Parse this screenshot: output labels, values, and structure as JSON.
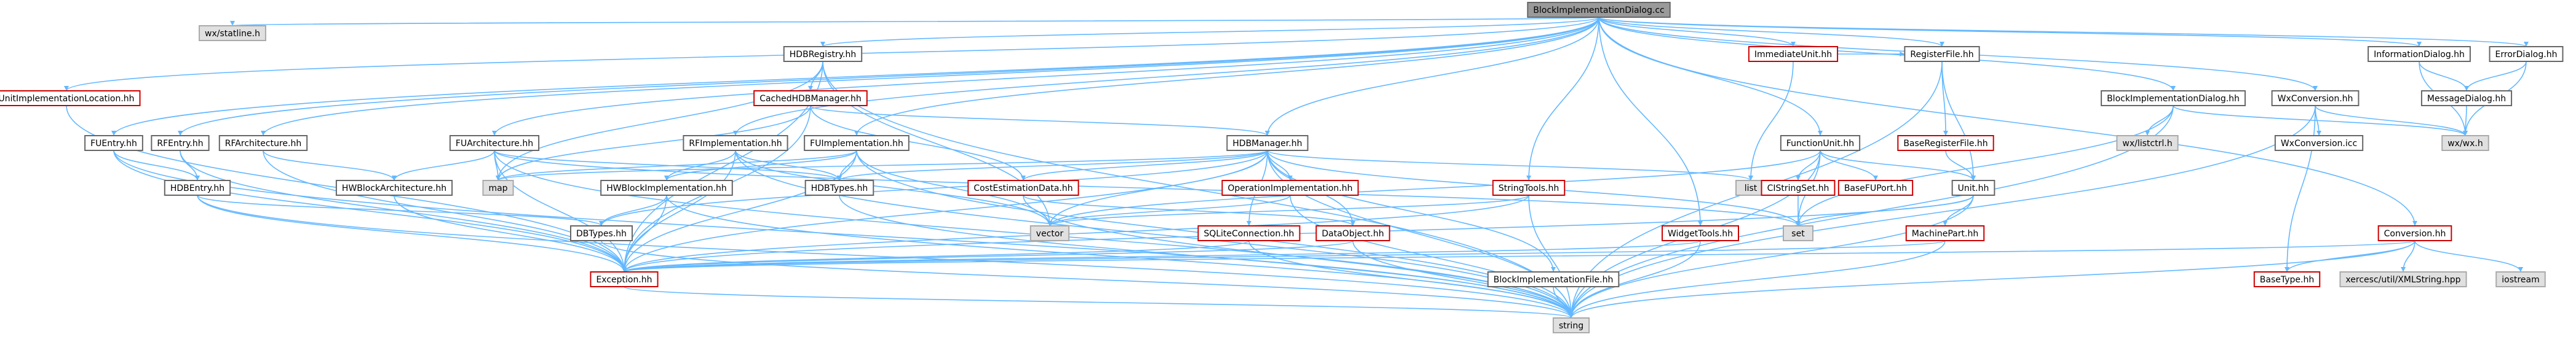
{
  "colors": {
    "root_fill": "#9a9a9a",
    "root_border": "#666666",
    "normal_fill": "#ffffff",
    "normal_border": "#666666",
    "red_border": "#cc0000",
    "external_fill": "#e0e0e0",
    "external_border": "#aaaaaa",
    "edge": "#63b8ff",
    "text": "#000000"
  },
  "nodes": [
    {
      "id": "root",
      "label": "BlockImplementationDialog.cc",
      "kind": "root"
    },
    {
      "id": "wxstatline",
      "label": "wx/statline.h",
      "kind": "external"
    },
    {
      "id": "hdbregistry",
      "label": "HDBRegistry.hh",
      "kind": "normal"
    },
    {
      "id": "immediateunit",
      "label": "ImmediateUnit.hh",
      "kind": "red"
    },
    {
      "id": "registerfile",
      "label": "RegisterFile.hh",
      "kind": "normal"
    },
    {
      "id": "bidialog_hh",
      "label": "BlockImplementationDialog.hh",
      "kind": "normal"
    },
    {
      "id": "wxconversion",
      "label": "WxConversion.hh",
      "kind": "normal"
    },
    {
      "id": "informationdialog",
      "label": "InformationDialog.hh",
      "kind": "normal"
    },
    {
      "id": "errordialog",
      "label": "ErrorDialog.hh",
      "kind": "normal"
    },
    {
      "id": "unitimplloc",
      "label": "UnitImplementationLocation.hh",
      "kind": "red"
    },
    {
      "id": "cachedhdbmanager",
      "label": "CachedHDBManager.hh",
      "kind": "red"
    },
    {
      "id": "messagedialog",
      "label": "MessageDialog.hh",
      "kind": "normal"
    },
    {
      "id": "fuentry",
      "label": "FUEntry.hh",
      "kind": "normal"
    },
    {
      "id": "rfentry",
      "label": "RFEntry.hh",
      "kind": "normal"
    },
    {
      "id": "rfarchitecture",
      "label": "RFArchitecture.hh",
      "kind": "normal"
    },
    {
      "id": "fuarchitecture",
      "label": "FUArchitecture.hh",
      "kind": "normal"
    },
    {
      "id": "rfimplementation",
      "label": "RFImplementation.hh",
      "kind": "normal"
    },
    {
      "id": "fuimplementation",
      "label": "FUImplementation.hh",
      "kind": "normal"
    },
    {
      "id": "hdbmanager",
      "label": "HDBManager.hh",
      "kind": "normal"
    },
    {
      "id": "functionunit",
      "label": "FunctionUnit.hh",
      "kind": "normal"
    },
    {
      "id": "baseregisterfile",
      "label": "BaseRegisterFile.hh",
      "kind": "red"
    },
    {
      "id": "wxlistctrl",
      "label": "wx/listctrl.h",
      "kind": "external"
    },
    {
      "id": "wxconversion_icc",
      "label": "WxConversion.icc",
      "kind": "normal"
    },
    {
      "id": "wxwx",
      "label": "wx/wx.h",
      "kind": "external"
    },
    {
      "id": "hdbentry",
      "label": "HDBEntry.hh",
      "kind": "normal"
    },
    {
      "id": "hwblockarch",
      "label": "HWBlockArchitecture.hh",
      "kind": "normal"
    },
    {
      "id": "map",
      "label": "map",
      "kind": "external"
    },
    {
      "id": "hwblockimpl",
      "label": "HWBlockImplementation.hh",
      "kind": "normal"
    },
    {
      "id": "hdbtypes",
      "label": "HDBTypes.hh",
      "kind": "normal"
    },
    {
      "id": "costestimationdata",
      "label": "CostEstimationData.hh",
      "kind": "red"
    },
    {
      "id": "operationimpl",
      "label": "OperationImplementation.hh",
      "kind": "red"
    },
    {
      "id": "stringtools",
      "label": "StringTools.hh",
      "kind": "red"
    },
    {
      "id": "list",
      "label": "list",
      "kind": "external"
    },
    {
      "id": "cistringset",
      "label": "CIStringSet.hh",
      "kind": "red"
    },
    {
      "id": "basefuport",
      "label": "BaseFUPort.hh",
      "kind": "red"
    },
    {
      "id": "unit",
      "label": "Unit.hh",
      "kind": "normal"
    },
    {
      "id": "dbtypes",
      "label": "DBTypes.hh",
      "kind": "normal"
    },
    {
      "id": "vector",
      "label": "vector",
      "kind": "external"
    },
    {
      "id": "set",
      "label": "set",
      "kind": "external"
    },
    {
      "id": "machinepart",
      "label": "MachinePart.hh",
      "kind": "red"
    },
    {
      "id": "sqliteconnection",
      "label": "SQLiteConnection.hh",
      "kind": "red"
    },
    {
      "id": "dataobject",
      "label": "DataObject.hh",
      "kind": "red"
    },
    {
      "id": "widgettools",
      "label": "WidgetTools.hh",
      "kind": "red"
    },
    {
      "id": "conversion",
      "label": "Conversion.hh",
      "kind": "red"
    },
    {
      "id": "exception",
      "label": "Exception.hh",
      "kind": "red"
    },
    {
      "id": "basetype",
      "label": "BaseType.hh",
      "kind": "red"
    },
    {
      "id": "xercesc",
      "label": "xercesc/util/XMLString.hpp",
      "kind": "external"
    },
    {
      "id": "iostream",
      "label": "iostream",
      "kind": "external"
    },
    {
      "id": "bifile",
      "label": "BlockImplementationFile.hh",
      "kind": "normal"
    },
    {
      "id": "string",
      "label": "string",
      "kind": "external"
    }
  ],
  "edges": [
    [
      "root",
      "wxstatline"
    ],
    [
      "root",
      "hdbregistry"
    ],
    [
      "root",
      "immediateunit"
    ],
    [
      "root",
      "registerfile"
    ],
    [
      "root",
      "bidialog_hh"
    ],
    [
      "root",
      "wxconversion"
    ],
    [
      "root",
      "informationdialog"
    ],
    [
      "root",
      "errordialog"
    ],
    [
      "root",
      "unitimplloc"
    ],
    [
      "root",
      "fuentry"
    ],
    [
      "root",
      "rfentry"
    ],
    [
      "root",
      "rfarchitecture"
    ],
    [
      "root",
      "fuarchitecture"
    ],
    [
      "root",
      "rfimplementation"
    ],
    [
      "root",
      "fuimplementation"
    ],
    [
      "root",
      "hdbmanager"
    ],
    [
      "root",
      "stringtools"
    ],
    [
      "root",
      "widgettools"
    ],
    [
      "root",
      "conversion"
    ],
    [
      "root",
      "functionunit"
    ],
    [
      "hdbregistry",
      "cachedhdbmanager"
    ],
    [
      "hdbregistry",
      "map"
    ],
    [
      "hdbregistry",
      "vector"
    ],
    [
      "hdbregistry",
      "string"
    ],
    [
      "hdbregistry",
      "exception"
    ],
    [
      "immediateunit",
      "registerfile"
    ],
    [
      "immediateunit",
      "list"
    ],
    [
      "registerfile",
      "baseregisterfile"
    ],
    [
      "registerfile",
      "string"
    ],
    [
      "registerfile",
      "unit"
    ],
    [
      "bidialog_hh",
      "wxlistctrl"
    ],
    [
      "bidialog_hh",
      "wxwx"
    ],
    [
      "bidialog_hh",
      "string"
    ],
    [
      "bidialog_hh",
      "set"
    ],
    [
      "wxconversion",
      "wxconversion_icc"
    ],
    [
      "wxconversion",
      "wxwx"
    ],
    [
      "wxconversion",
      "string"
    ],
    [
      "wxconversion",
      "basetype"
    ],
    [
      "informationdialog",
      "messagedialog"
    ],
    [
      "informationdialog",
      "wxwx"
    ],
    [
      "errordialog",
      "messagedialog"
    ],
    [
      "errordialog",
      "wxwx"
    ],
    [
      "messagedialog",
      "wxwx"
    ],
    [
      "unitimplloc",
      "exception"
    ],
    [
      "cachedhdbmanager",
      "hdbmanager"
    ],
    [
      "cachedhdbmanager",
      "map"
    ],
    [
      "cachedhdbmanager",
      "costestimationdata"
    ],
    [
      "cachedhdbmanager",
      "exception"
    ],
    [
      "fuentry",
      "hdbentry"
    ],
    [
      "fuentry",
      "exception"
    ],
    [
      "fuentry",
      "string"
    ],
    [
      "rfentry",
      "hdbentry"
    ],
    [
      "rfentry",
      "exception"
    ],
    [
      "rfarchitecture",
      "hwblockarch"
    ],
    [
      "rfarchitecture",
      "exception"
    ],
    [
      "fuarchitecture",
      "hwblockarch"
    ],
    [
      "fuarchitecture",
      "map"
    ],
    [
      "fuarchitecture",
      "set"
    ],
    [
      "fuarchitecture",
      "string"
    ],
    [
      "fuarchitecture",
      "exception"
    ],
    [
      "fuarchitecture",
      "hdbtypes"
    ],
    [
      "rfimplementation",
      "hwblockimpl"
    ],
    [
      "rfimplementation",
      "vector"
    ],
    [
      "rfimplementation",
      "string"
    ],
    [
      "rfimplementation",
      "hdbtypes"
    ],
    [
      "rfimplementation",
      "exception"
    ],
    [
      "fuimplementation",
      "hwblockimpl"
    ],
    [
      "fuimplementation",
      "map"
    ],
    [
      "fuimplementation",
      "vector"
    ],
    [
      "fuimplementation",
      "string"
    ],
    [
      "fuimplementation",
      "hdbtypes"
    ],
    [
      "fuimplementation",
      "exception"
    ],
    [
      "hdbmanager",
      "map"
    ],
    [
      "hdbmanager",
      "list"
    ],
    [
      "hdbmanager",
      "set"
    ],
    [
      "hdbmanager",
      "string"
    ],
    [
      "hdbmanager",
      "vector"
    ],
    [
      "hdbmanager",
      "hdbtypes"
    ],
    [
      "hdbmanager",
      "dbtypes"
    ],
    [
      "hdbmanager",
      "costestimationdata"
    ],
    [
      "hdbmanager",
      "operationimpl"
    ],
    [
      "hdbmanager",
      "sqliteconnection"
    ],
    [
      "hdbmanager",
      "dataobject"
    ],
    [
      "hdbmanager",
      "bifile"
    ],
    [
      "hdbmanager",
      "exception"
    ],
    [
      "functionunit",
      "cistringset"
    ],
    [
      "functionunit",
      "basefuport"
    ],
    [
      "functionunit",
      "unit"
    ],
    [
      "functionunit",
      "set"
    ],
    [
      "functionunit",
      "string"
    ],
    [
      "functionunit",
      "vector"
    ],
    [
      "baseregisterfile",
      "unit"
    ],
    [
      "unit",
      "machinepart"
    ],
    [
      "unit",
      "set"
    ],
    [
      "unit",
      "string"
    ],
    [
      "unit",
      "exception"
    ],
    [
      "cistringset",
      "set"
    ],
    [
      "machinepart",
      "string"
    ],
    [
      "machinepart",
      "exception"
    ],
    [
      "hdbentry",
      "dbtypes"
    ],
    [
      "hdbentry",
      "exception"
    ],
    [
      "hdbentry",
      "string"
    ],
    [
      "hwblockarch",
      "exception"
    ],
    [
      "hwblockimpl",
      "dbtypes"
    ],
    [
      "hwblockimpl",
      "exception"
    ],
    [
      "hwblockimpl",
      "string"
    ],
    [
      "hdbtypes",
      "string"
    ],
    [
      "dbtypes",
      "string"
    ],
    [
      "costestimationdata",
      "dataobject"
    ],
    [
      "costestimationdata",
      "string"
    ],
    [
      "operationimpl",
      "vector"
    ],
    [
      "operationimpl",
      "string"
    ],
    [
      "stringtools",
      "vector"
    ],
    [
      "stringtools",
      "string"
    ],
    [
      "stringtools",
      "exception"
    ],
    [
      "sqliteconnection",
      "exception"
    ],
    [
      "sqliteconnection",
      "string"
    ],
    [
      "dataobject",
      "exception"
    ],
    [
      "dataobject",
      "string"
    ],
    [
      "widgettools",
      "exception"
    ],
    [
      "widgettools",
      "string"
    ],
    [
      "conversion",
      "basetype"
    ],
    [
      "conversion",
      "xercesc"
    ],
    [
      "conversion",
      "iostream"
    ],
    [
      "conversion",
      "string"
    ],
    [
      "conversion",
      "exception"
    ],
    [
      "exception",
      "string"
    ],
    [
      "bifile",
      "string"
    ]
  ]
}
